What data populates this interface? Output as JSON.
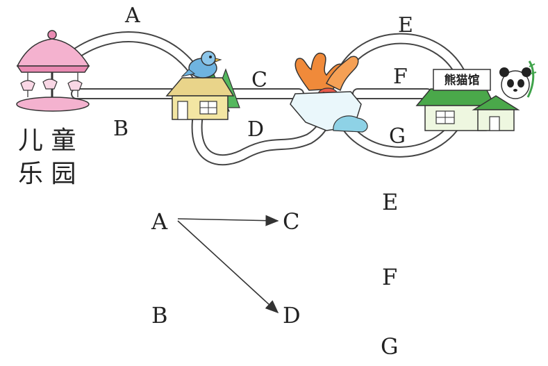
{
  "map": {
    "park_label_1": "儿 童",
    "park_label_2": "乐 园",
    "panda_sign": "熊猫馆",
    "routes": [
      "A",
      "B",
      "C",
      "D",
      "E",
      "F",
      "G"
    ]
  },
  "answer_tree": {
    "nodes": [
      "A",
      "B",
      "C",
      "D",
      "E",
      "F",
      "G"
    ],
    "arrows": [
      {
        "from": "A",
        "to": "C"
      },
      {
        "from": "A",
        "to": "D"
      }
    ]
  },
  "colors": {
    "road_border": "#444444",
    "carousel": "#e98ab2",
    "bird": "#6fb4e0",
    "house_wall": "#f3e6a3",
    "house_roof": "#e9d48a",
    "tree": "#3fa34a",
    "coral": "#f08a3a",
    "rock": "#8ed2e6",
    "panda_house": "#4aa84a"
  }
}
